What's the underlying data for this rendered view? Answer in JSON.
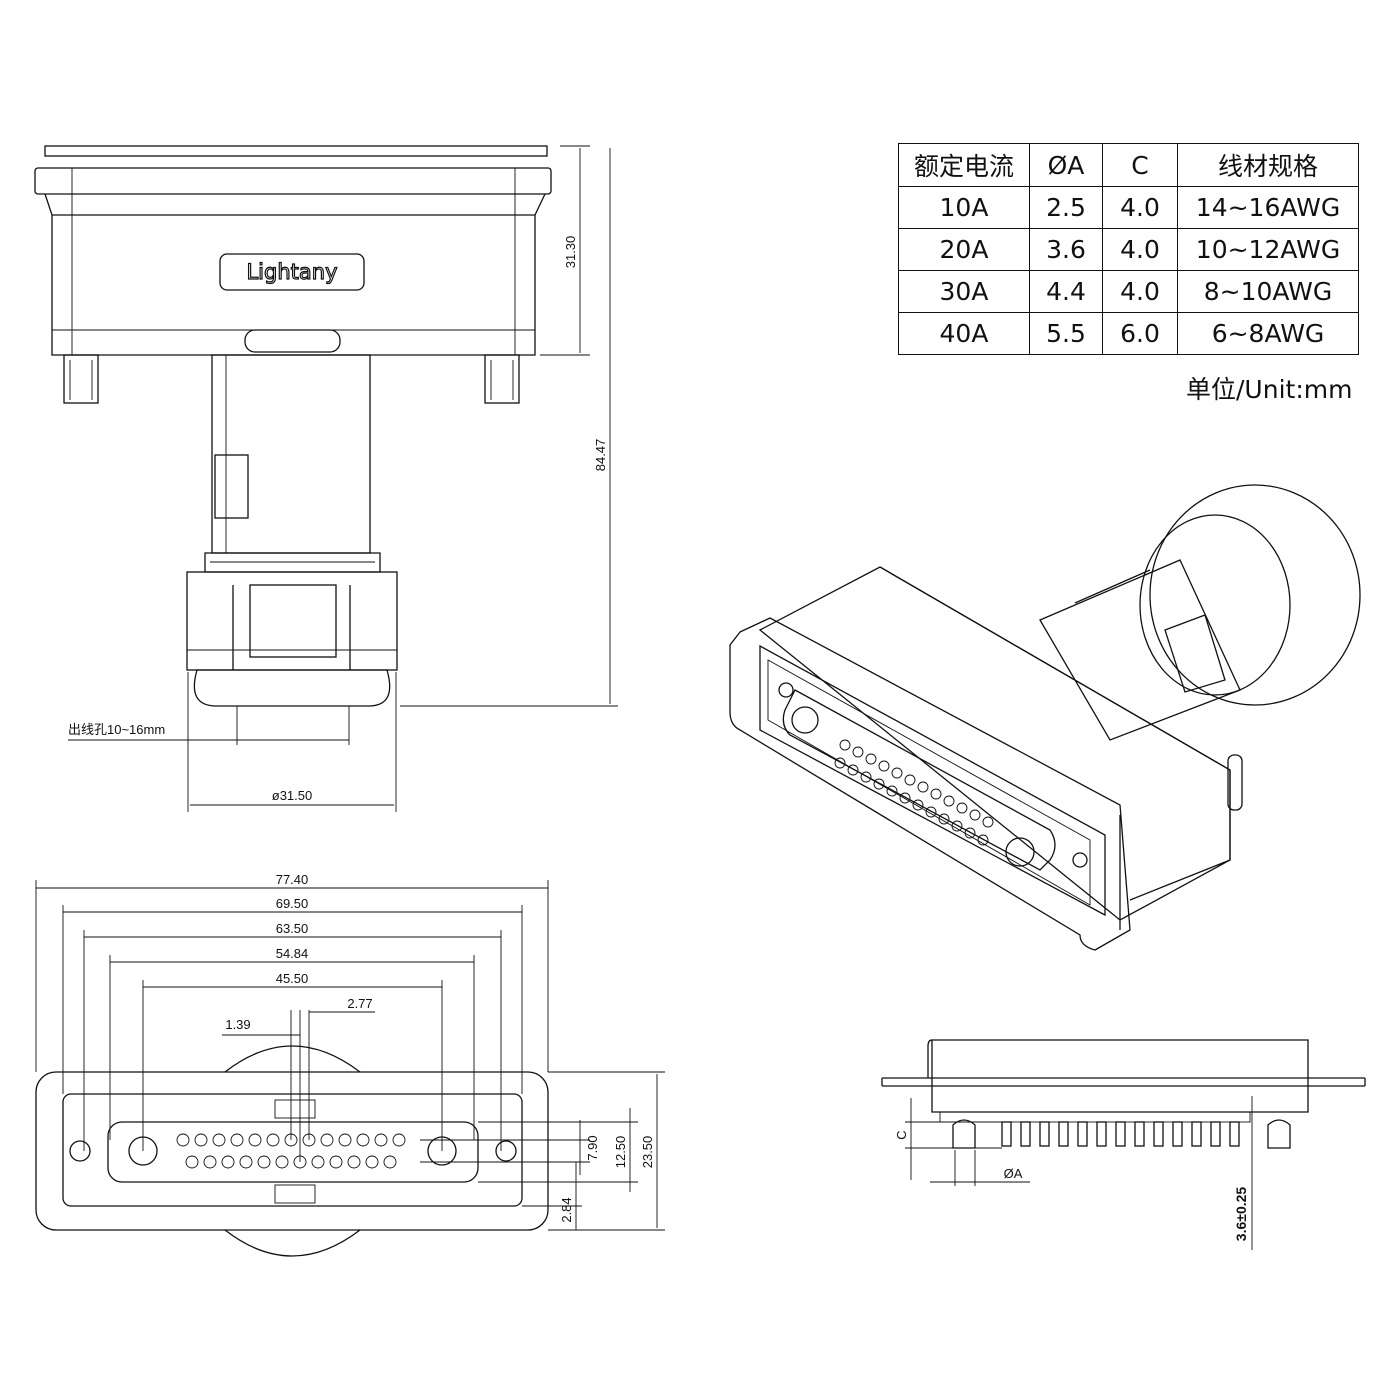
{
  "brand": "Lightany",
  "spec_table": {
    "headers": [
      "额定电流",
      "ØA",
      "C",
      "线材规格"
    ],
    "rows": [
      [
        "10A",
        "2.5",
        "4.0",
        "14~16AWG"
      ],
      [
        "20A",
        "3.6",
        "4.0",
        "10~12AWG"
      ],
      [
        "30A",
        "4.4",
        "4.0",
        "8~10AWG"
      ],
      [
        "40A",
        "5.5",
        "6.0",
        "6~8AWG"
      ]
    ],
    "unit_note": "单位/Unit:mm"
  },
  "top_view": {
    "height_body": "31.30",
    "height_total": "84.47",
    "cable_hole": "出线孔10~16mm",
    "nut_diameter": "ø31.50"
  },
  "front_view": {
    "width_77": "77.40",
    "width_69": "69.50",
    "width_63": "63.50",
    "width_54": "54.84",
    "width_45": "45.50",
    "pitch_277": "2.77",
    "pitch_139": "1.39",
    "height_790": "7.90",
    "height_1250": "12.50",
    "height_2350": "23.50",
    "height_284": "2.84"
  },
  "side_view": {
    "label_c": "C",
    "label_a": "ØA",
    "pin_length": "3.6±0.25"
  }
}
